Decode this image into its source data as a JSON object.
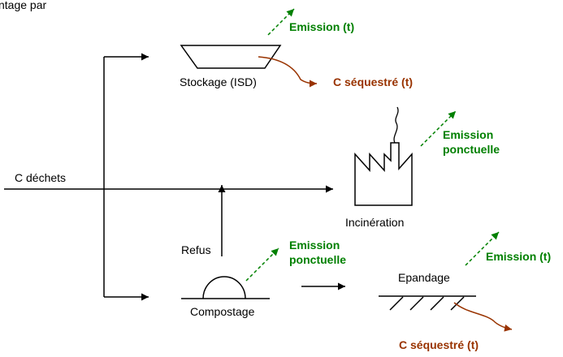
{
  "top_fragment": "ntage par",
  "input": {
    "label": "C déchets"
  },
  "stockage": {
    "label": "Stockage (ISD)",
    "emission": "Emission (t)",
    "sequestration": "C séquestré (t)"
  },
  "incineration": {
    "label": "Incinération",
    "emission_line1": "Emission",
    "emission_line2": "ponctuelle"
  },
  "compostage": {
    "label": "Compostage",
    "refus": "Refus",
    "emission_line1": "Emission",
    "emission_line2": "ponctuelle"
  },
  "epandage": {
    "label": "Epandage",
    "emission": "Emission (t)",
    "sequestration": "C séquestré (t)"
  },
  "colors": {
    "emission": "#008000",
    "sequestration": "#993300",
    "flow": "#000000"
  }
}
